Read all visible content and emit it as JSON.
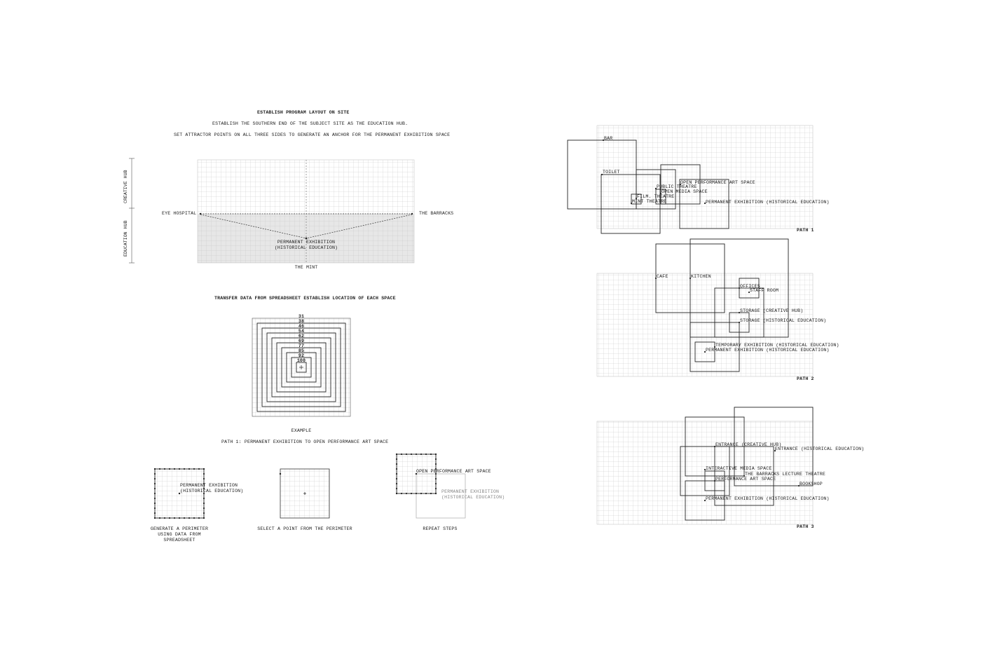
{
  "header": {
    "title": "ESTABLISH PROGRAM LAYOUT ON SITE",
    "line1": "ESTABLISH THE SOUTHERN END OF THE SUBJECT SITE AS THE EDUCATION HUB.",
    "line2": "SET ATTRACTOR POINTS ON ALL THREE SIDES TO GENERATE AN ANCHOR FOR THE PERMANENT EXHIBITION SPACE"
  },
  "site": {
    "creative_hub": "CREATIVE HUB",
    "education_hub": "EDUCATION HUB",
    "left_point": "EYE HOSPITAL",
    "right_point": "THE BARRACKS",
    "bottom_point": "THE MINT",
    "anchor_line1": "PERMANENT EXHIBITION",
    "anchor_line2": "(HISTORICAL EDUCATION)"
  },
  "transfer": {
    "title": "TRANSFER DATA FROM SPREADSHEET ESTABLISH LOCATION OF EACH SPACE",
    "numbers": [
      "31",
      "38",
      "46",
      "54",
      "62",
      "69",
      "77",
      "85",
      "92",
      "100"
    ],
    "example": "EXAMPLE",
    "path_caption": "PATH 1: PERMANENT EXHIBITION TO OPEN PERFORMANCE ART SPACE"
  },
  "steps": {
    "step1_label": "PERMANENT EXHIBITION",
    "step1_label2": "(HISTORICAL EDUCATION)",
    "step1_caption1": "GENERATE A PERIMETER",
    "step1_caption2": "USING DATA FROM",
    "step1_caption3": "SPREADSHEET",
    "step2_caption": "SELECT A POINT FROM THE PERIMETER",
    "step3_label": "OPEN PERFORMANCE ART SPACE",
    "step3_ghost1": "PERMANENT EXHIBITION",
    "step3_ghost2": "(HISTORICAL EDUCATION)",
    "step3_caption": "REPEAT STEPS"
  },
  "path1": {
    "title": "PATH 1",
    "labels": {
      "bar": "BAR",
      "toilet": "TOILET",
      "open_perf": "OPEN PERFORMANCE ART SPACE",
      "public_theatre": "PUBLIC THEATRE",
      "open_media": "OPEN MEDIA SPACE",
      "film_theatre": "FILM. THEATRE",
      "mint_theatre": "MINT THEATRE",
      "perm_exhib": "PERMANENT EXHIBITION (HISTORICAL EDUCATION)"
    }
  },
  "path2": {
    "title": "PATH 2",
    "labels": {
      "cafe": "CAFE",
      "kitchen": "KITCHEN",
      "offices": "OFFICES",
      "staff_room": "STAFF ROOM",
      "storage_creative": "STORAGE (CREATIVE HUB)",
      "storage_historical": "STORAGE (HISTORICAL EDUCATION)",
      "temp_exhib": "TEMPORARY EXHIBITION (HISTORICAL EDUCATION)",
      "perm_exhib": "PERMANENT EXHIBITION (HISTORICAL EDUCATION)"
    }
  },
  "path3": {
    "title": "PATH 3",
    "labels": {
      "entrance_creative": "ENTRANCE (CREATIVE HUB)",
      "entrance_historical": "ENTRANCE (HISTORICAL EDUCATION)",
      "interactive_media": "INTERACTIVE MEDIA SPACE",
      "lecture_theatre": "THE BARRACKS LECTURE THEATRE",
      "perf_art": "PERFORMANCE ART SPACE",
      "bookshop": "BOOKSHOP",
      "perm_exhib": "PERMANENT EXHIBITION (HISTORICAL EDUCATION)"
    }
  },
  "colors": {
    "ink": "#222222",
    "grid": "#bdbdbd",
    "shade": "#e6e6e6"
  }
}
